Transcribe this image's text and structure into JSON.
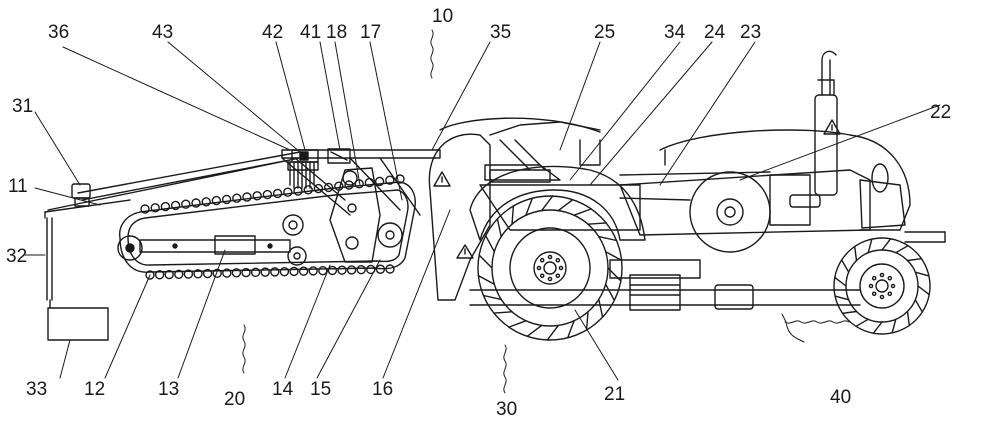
{
  "labels": {
    "l10": "10",
    "l11": "11",
    "l12": "12",
    "l13": "13",
    "l14": "14",
    "l15": "15",
    "l16": "16",
    "l17": "17",
    "l18": "18",
    "l20": "20",
    "l21": "21",
    "l22": "22",
    "l23": "23",
    "l24": "24",
    "l25": "25",
    "l30": "30",
    "l31": "31",
    "l32": "32",
    "l33": "33",
    "l34": "34",
    "l35": "35",
    "l36": "36",
    "l40": "40",
    "l41": "41",
    "l42": "42",
    "l43": "43"
  },
  "colors": {
    "line": "#1a1a1a",
    "background": "#ffffff"
  },
  "icons": [
    "warning-icon"
  ]
}
